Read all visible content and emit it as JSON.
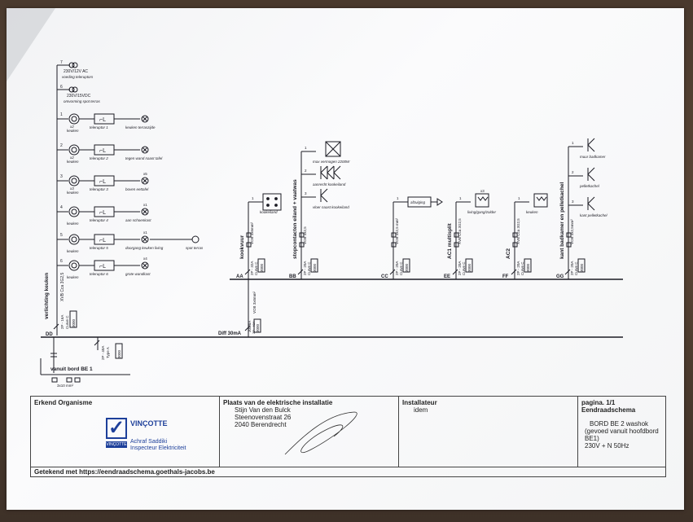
{
  "diagram": {
    "left_panel": {
      "label": "verlichting keuken",
      "cable": "XVB Cca 3G2,5",
      "protection": "2P - 16A",
      "curve": "Curve C",
      "rating": "3000",
      "id": "DD",
      "circuits": [
        {
          "num": "7",
          "top": "230V/12V AC",
          "sub": "voeding teleruptors"
        },
        {
          "num": "6",
          "top": "230V/15VDC",
          "sub": "omvorming spot terras"
        },
        {
          "num": "1",
          "room": "keuken",
          "mult": "x2",
          "tel": "teleruptor 1",
          "dest": "keuken terraszijde"
        },
        {
          "num": "2",
          "room": "keuken",
          "mult": "x2",
          "tel": "teleruptor 2",
          "dest": "tegen wand naast tafel"
        },
        {
          "num": "3",
          "room": "keuken",
          "mult": "x3",
          "tel": "teleruptor 3",
          "dest": "boven eettafel",
          "x": "x5"
        },
        {
          "num": "4",
          "room": "keuken",
          "tel": "teleruptor 4",
          "dest": "aan schoenkast",
          "x": "x1"
        },
        {
          "num": "5",
          "room": "keuken",
          "tel": "teleruptor 5",
          "dest": "doorgang keuken living",
          "dest2": "spot terras",
          "x": "x1"
        },
        {
          "num": "6",
          "room": "keuken",
          "tel": "teleruptor 6",
          "dest": "grote wandkast",
          "x": "x4"
        }
      ]
    },
    "supply": {
      "label": "vanuit bord BE 1",
      "cable": "3x10 mm²",
      "prot1": "2P - 40A",
      "prot2": "Type A",
      "rating": "3000"
    },
    "diff": {
      "label": "Diff 30mA",
      "cable": "VOB 3x6mm²",
      "prot": "300mA",
      "prot2": "2P - 40A",
      "rating": "3000"
    },
    "groups": [
      {
        "id": "AA",
        "label": "kookvuur",
        "cable": "VOB 3x6mm²",
        "prot": "2P - 32A",
        "curve": "Curve C",
        "rating": "3000",
        "items": [
          {
            "num": "1",
            "text": "kookeiland"
          }
        ]
      },
      {
        "id": "BB",
        "label": "stopcontacten eiland + vaatwas",
        "cable": "VOB 3x2,5",
        "prot": "2P - 20A",
        "curve": "Curve C",
        "rating": "3000",
        "items": [
          {
            "num": "1",
            "text": "max vermogen 2200W"
          },
          {
            "num": "2",
            "text": "aanrecht kookeiland"
          },
          {
            "num": "3",
            "text": "vloer naast kookeiland"
          }
        ]
      },
      {
        "id": "CC",
        "label": "",
        "cable": "VOB 3x2,5 mm²",
        "prot": "2P - 20A",
        "curve": "Curve C",
        "rating": "3000",
        "items": [
          {
            "num": "1",
            "text": "afzuiging"
          }
        ]
      },
      {
        "id": "EE",
        "label": "AC1 multisplit",
        "cable": "XVB Cca 3G2,5",
        "prot": "2P - 20A",
        "curve": "Curve C",
        "rating": "3000",
        "items": [
          {
            "num": "1",
            "text": "living/gang/zolder",
            "x": "x3"
          }
        ]
      },
      {
        "id": "FF",
        "label": "AC2",
        "cable": "XVB Cca 3G2,5",
        "prot": "2P - 20A",
        "curve": "Curve C",
        "rating": "3000",
        "items": [
          {
            "num": "1",
            "text": "keuken"
          }
        ]
      },
      {
        "id": "GG",
        "label": "kant badkamer en pelletkachel",
        "cable": "VOB 3x2,5mm²",
        "prot": "2P - 20A",
        "curve": "Curve C",
        "rating": "3000",
        "items": [
          {
            "num": "1",
            "text": "muur badkamer"
          },
          {
            "num": "2",
            "text": "pelletkachel"
          },
          {
            "num": "3",
            "text": "kant pelletkachel"
          }
        ]
      }
    ]
  },
  "title_block": {
    "col1_header": "Erkend Organisme",
    "logo_brand": "VINÇOTTE",
    "logo_bar": "VINÇOTTE",
    "inspector_name": "Achraf Saddiki",
    "inspector_role": "Inspecteur Elektriciteit",
    "col2_header": "Plaats van de elektrische installatie",
    "address": [
      "Stijn Van den Bulck",
      "Steenovenstraat 26",
      "2040 Berendrecht"
    ],
    "col3_header": "Installateur",
    "installer": "idem",
    "page": "pagina. 1/1",
    "doc_type": "Eendraadschema",
    "board_lines": [
      "BORD BE 2 washok",
      "(gevoed vanuit hoofdbord BE1)",
      "230V + N 50Hz"
    ],
    "footer": "Getekend met https://eendraadschema.goethals-jacobs.be"
  }
}
